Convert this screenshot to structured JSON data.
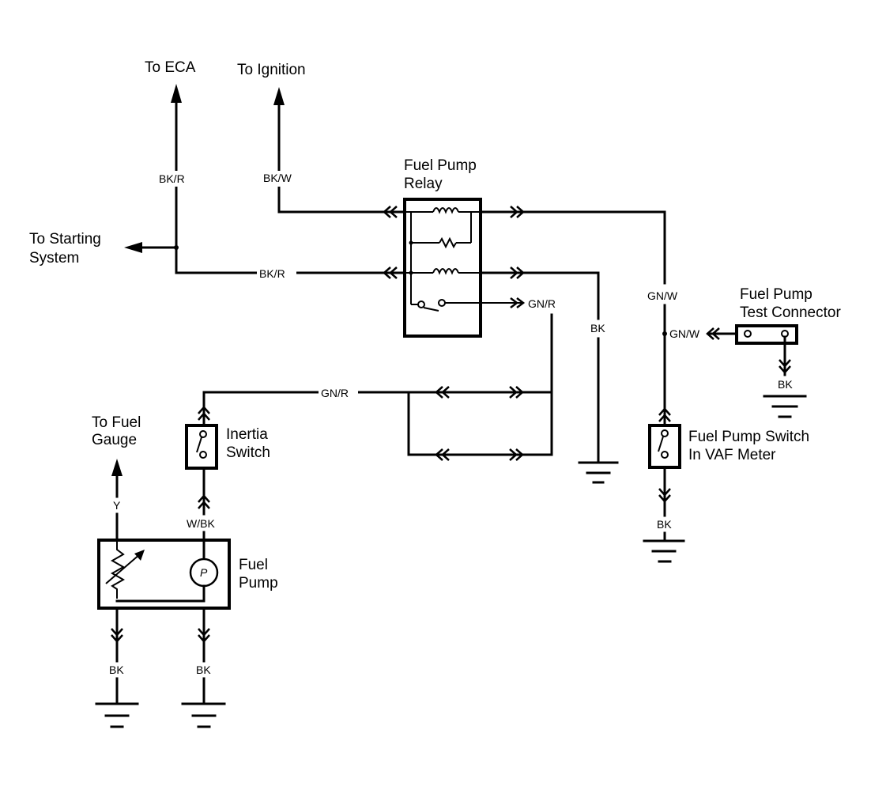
{
  "diagram": {
    "title": "Fuel Pump Circuit Wiring Diagram",
    "components": {
      "relay": {
        "label_line1": "Fuel Pump",
        "label_line2": "Relay"
      },
      "test_connector": {
        "label_line1": "Fuel Pump",
        "label_line2": "Test Connector"
      },
      "inertia_switch": {
        "label_line1": "Inertia",
        "label_line2": "Switch"
      },
      "vaf_switch": {
        "label_line1": "Fuel Pump Switch",
        "label_line2": "In VAF Meter"
      },
      "fuel_pump": {
        "label_line1": "Fuel",
        "label_line2": "Pump",
        "symbol": "P"
      }
    },
    "destinations": {
      "eca": "To ECA",
      "ignition": "To Ignition",
      "starting_line1": "To Starting",
      "starting_line2": "System",
      "gauge_line1": "To Fuel",
      "gauge_line2": "Gauge"
    },
    "wire_colors": {
      "eca": "BK/R",
      "ignition": "BK/W",
      "relay_in": "BK/R",
      "relay_gnr": "GN/R",
      "relay_ground": "BK",
      "relay_out": "GN/W",
      "test_conn": "GN/W",
      "test_ground": "BK",
      "inertia_feed": "GN/R",
      "pump_feed": "W/BK",
      "gauge": "Y",
      "gauge_ground": "BK",
      "pump_ground": "BK",
      "vaf_ground": "BK"
    }
  }
}
